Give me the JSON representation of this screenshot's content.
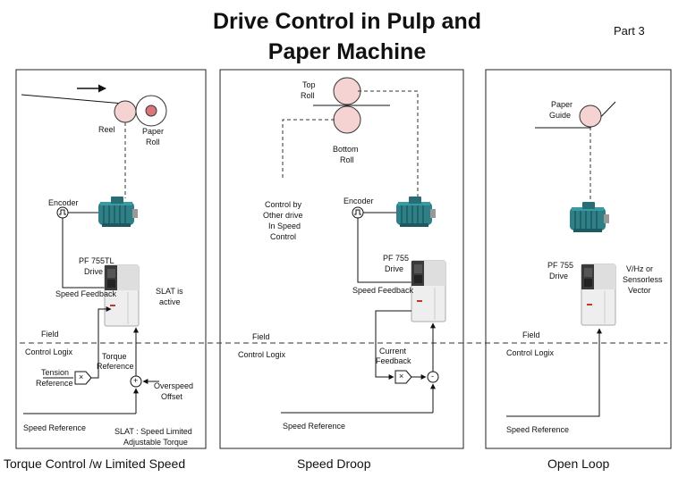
{
  "title_line1": "Drive Control in Pulp and",
  "title_line2": "Paper Machine",
  "part": "Part 3",
  "panels": {
    "torque": {
      "caption": "Torque Control /w Limited Speed",
      "reel": "Reel",
      "paper_roll_1": "Paper",
      "paper_roll_2": "Roll",
      "encoder": "Encoder",
      "drive_1": "PF 755TL",
      "drive_2": "Drive",
      "speed_feedback": "Speed Feedback",
      "slat_1": "SLAT is",
      "slat_2": "active",
      "field": "Field",
      "control_logix": "Control Logix",
      "torque_ref_1": "Torque",
      "torque_ref_2": "Reference",
      "tension_ref_1": "Tension",
      "tension_ref_2": "Reference",
      "overspeed_1": "Overspeed",
      "overspeed_2": "Offset",
      "speed_reference": "Speed Reference",
      "slat_note_1": "SLAT : Speed Limited",
      "slat_note_2": "Adjustable Torque",
      "mult_symbol": "×",
      "plus_symbol": "+"
    },
    "droop": {
      "caption": "Speed Droop",
      "top_roll_1": "Top",
      "top_roll_2": "Roll",
      "bottom_roll_1": "Bottom",
      "bottom_roll_2": "Roll",
      "other_drive_1": "Control by",
      "other_drive_2": "Other drive",
      "other_drive_3": "In Speed",
      "other_drive_4": "Control",
      "encoder": "Encoder",
      "drive_1": "PF 755",
      "drive_2": "Drive",
      "speed_feedback": "Speed Feedback",
      "field": "Field",
      "control_logix": "Control Logix",
      "current_fb_1": "Current",
      "current_fb_2": "Feedback",
      "speed_reference": "Speed Reference",
      "mult_symbol": "×",
      "minus_symbol": "-"
    },
    "open": {
      "caption": "Open Loop",
      "paper_guide_1": "Paper",
      "paper_guide_2": "Guide",
      "drive_1": "PF 755",
      "drive_2": "Drive",
      "vhz_1": "V/Hz or",
      "vhz_2": "Sensorless",
      "vhz_3": "Vector",
      "field": "Field",
      "control_logix": "Control Logix",
      "speed_reference": "Speed Reference"
    }
  },
  "colors": {
    "roll_fill": "#f6d3d3",
    "roll_core": "#d9767a",
    "motor_teal": "#2e7f86",
    "motor_dark": "#1c5a60",
    "drive_body": "#eeeeee",
    "drive_dark": "#3a3a3a",
    "drive_accent": "#c0392b"
  }
}
